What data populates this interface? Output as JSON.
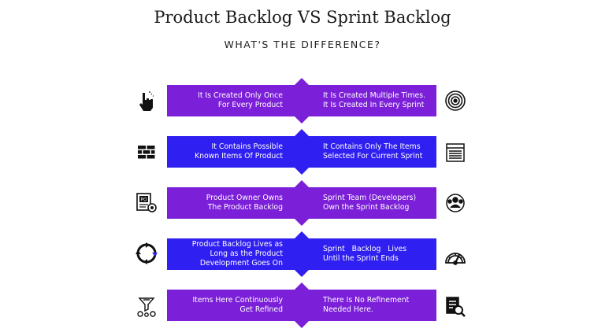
{
  "title": "Product Backlog VS Sprint Backlog",
  "subtitle": "WHAT'S THE DIFFERENCE?",
  "colors": {
    "purple": "#7b1fd8",
    "blue": "#2f1ff0"
  },
  "rows": [
    {
      "left_lines": [
        "It Is Created Only Once",
        "For Every Product"
      ],
      "right_lines": [
        "It Is Created Multiple Times.",
        "It Is Created In Every Sprint"
      ],
      "color": "#7b1fd8",
      "left_icon": "hand-pointer-icon",
      "right_icon": "target-icon"
    },
    {
      "left_lines": [
        "It Contains Possible",
        "Known Items Of Product"
      ],
      "right_lines": [
        "It Contains Only The Items",
        "Selected For Current Sprint"
      ],
      "color": "#2f1ff0",
      "left_icon": "brick-wall-icon",
      "right_icon": "document-list-icon"
    },
    {
      "left_lines": [
        "Product Owner Owns",
        "The Product Backlog"
      ],
      "right_lines": [
        "Sprint Team (Developers)",
        "Own the Sprint Backlog"
      ],
      "color": "#7b1fd8",
      "left_icon": "product-owner-badge-icon",
      "right_icon": "team-gear-icon"
    },
    {
      "left_lines": [
        "Product Backlog Lives as",
        "Long as the Product",
        "Development Goes On"
      ],
      "right_lines": [
        "Sprint   Backlog   Lives",
        "Until the Sprint Ends"
      ],
      "color": "#2f1ff0",
      "left_icon": "cycle-arrows-icon",
      "right_icon": "speedometer-icon"
    },
    {
      "left_lines": [
        "Items Here Continuously",
        "Get Refined"
      ],
      "right_lines": [
        "There Is No Refinement",
        "Needed Here."
      ],
      "color": "#7b1fd8",
      "left_icon": "funnel-gears-icon",
      "right_icon": "document-search-icon"
    }
  ]
}
